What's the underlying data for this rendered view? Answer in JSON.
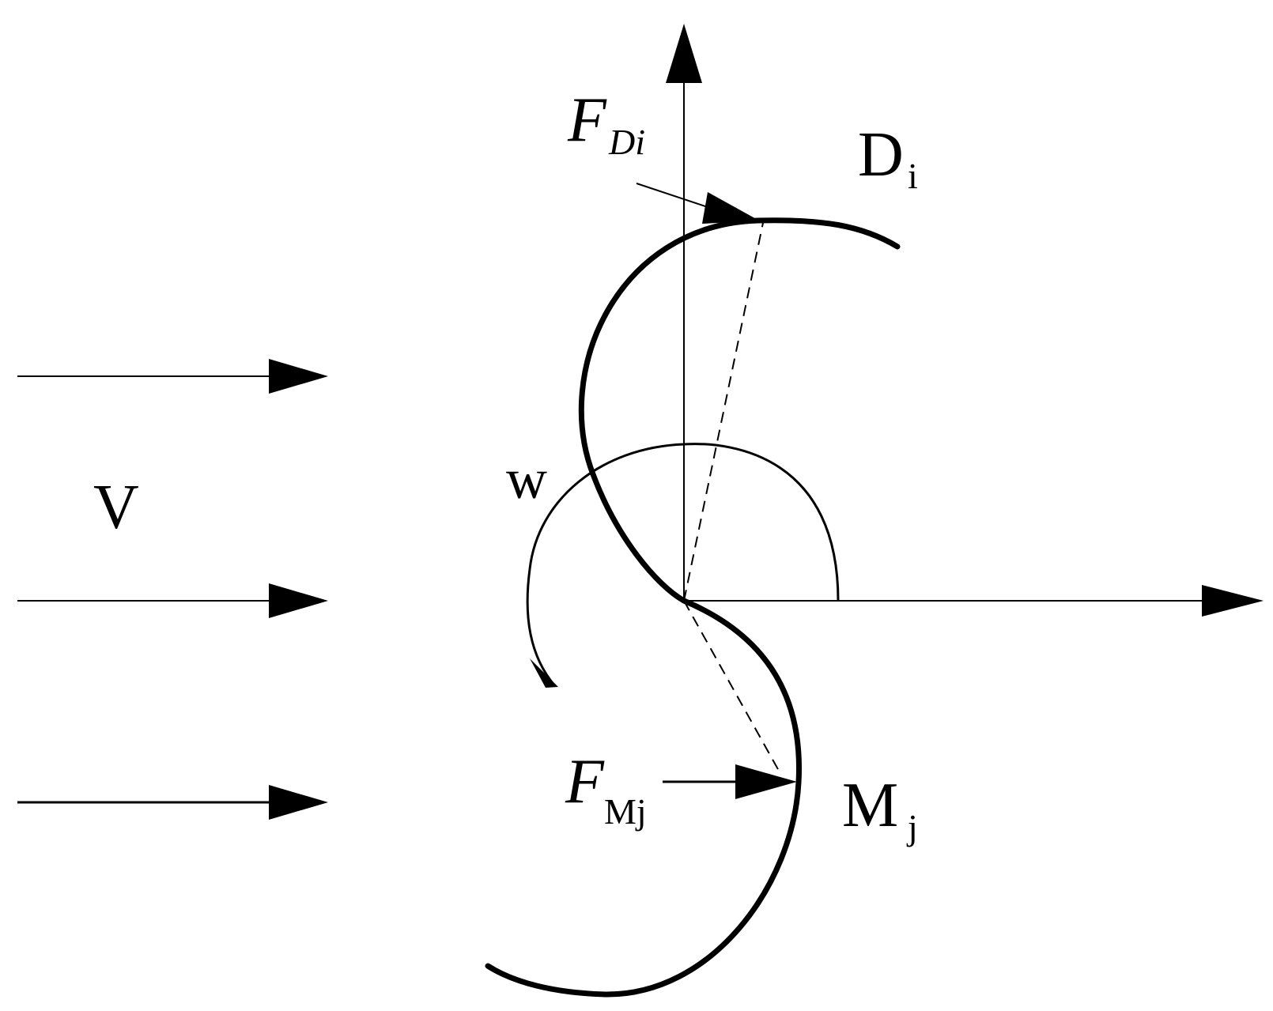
{
  "labels": {
    "flow_velocity": "V",
    "angular_velocity": "w",
    "force_advancing": {
      "symbol": "F",
      "subscript": "Di"
    },
    "force_returning": {
      "symbol": "F",
      "subscript": "Mj"
    },
    "blade_advancing": {
      "symbol": "D",
      "subscript": "i"
    },
    "blade_returning": {
      "symbol": "M",
      "subscript": "j"
    }
  },
  "colors": {
    "ink": "#000000",
    "background": "#ffffff"
  }
}
